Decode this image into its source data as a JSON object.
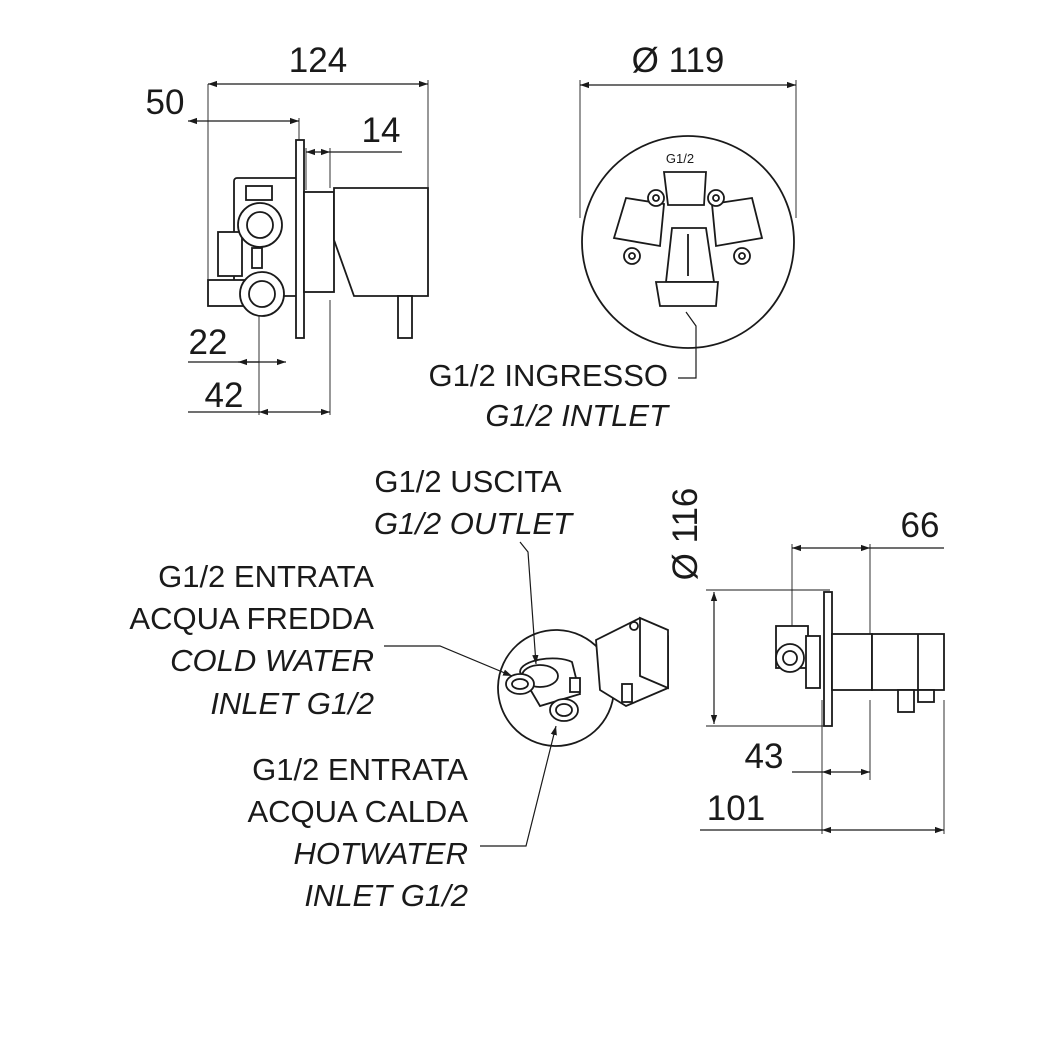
{
  "dimensions": {
    "d124": "124",
    "d50": "50",
    "d14": "14",
    "d22": "22",
    "d42": "42",
    "d119": "Ø 119",
    "d116": "Ø 116",
    "d66": "66",
    "d43": "43",
    "d101": "101"
  },
  "front_view": {
    "thread_mark": "G1/2"
  },
  "labels": {
    "inlet_it": "G1/2 INGRESSO",
    "inlet_en": "G1/2 INTLET",
    "outlet_it": "G1/2 USCITA",
    "outlet_en": "G1/2 OUTLET",
    "cold_it_1": "G1/2 ENTRATA",
    "cold_it_2": "ACQUA FREDDA",
    "cold_en_1": "COLD WATER",
    "cold_en_2": "INLET G1/2",
    "hot_it_1": "G1/2 ENTRATA",
    "hot_it_2": "ACQUA CALDA",
    "hot_en_1": "HOTWATER",
    "hot_en_2": "INLET G1/2"
  },
  "colors": {
    "ink": "#1a1a1a",
    "background": "#ffffff"
  }
}
